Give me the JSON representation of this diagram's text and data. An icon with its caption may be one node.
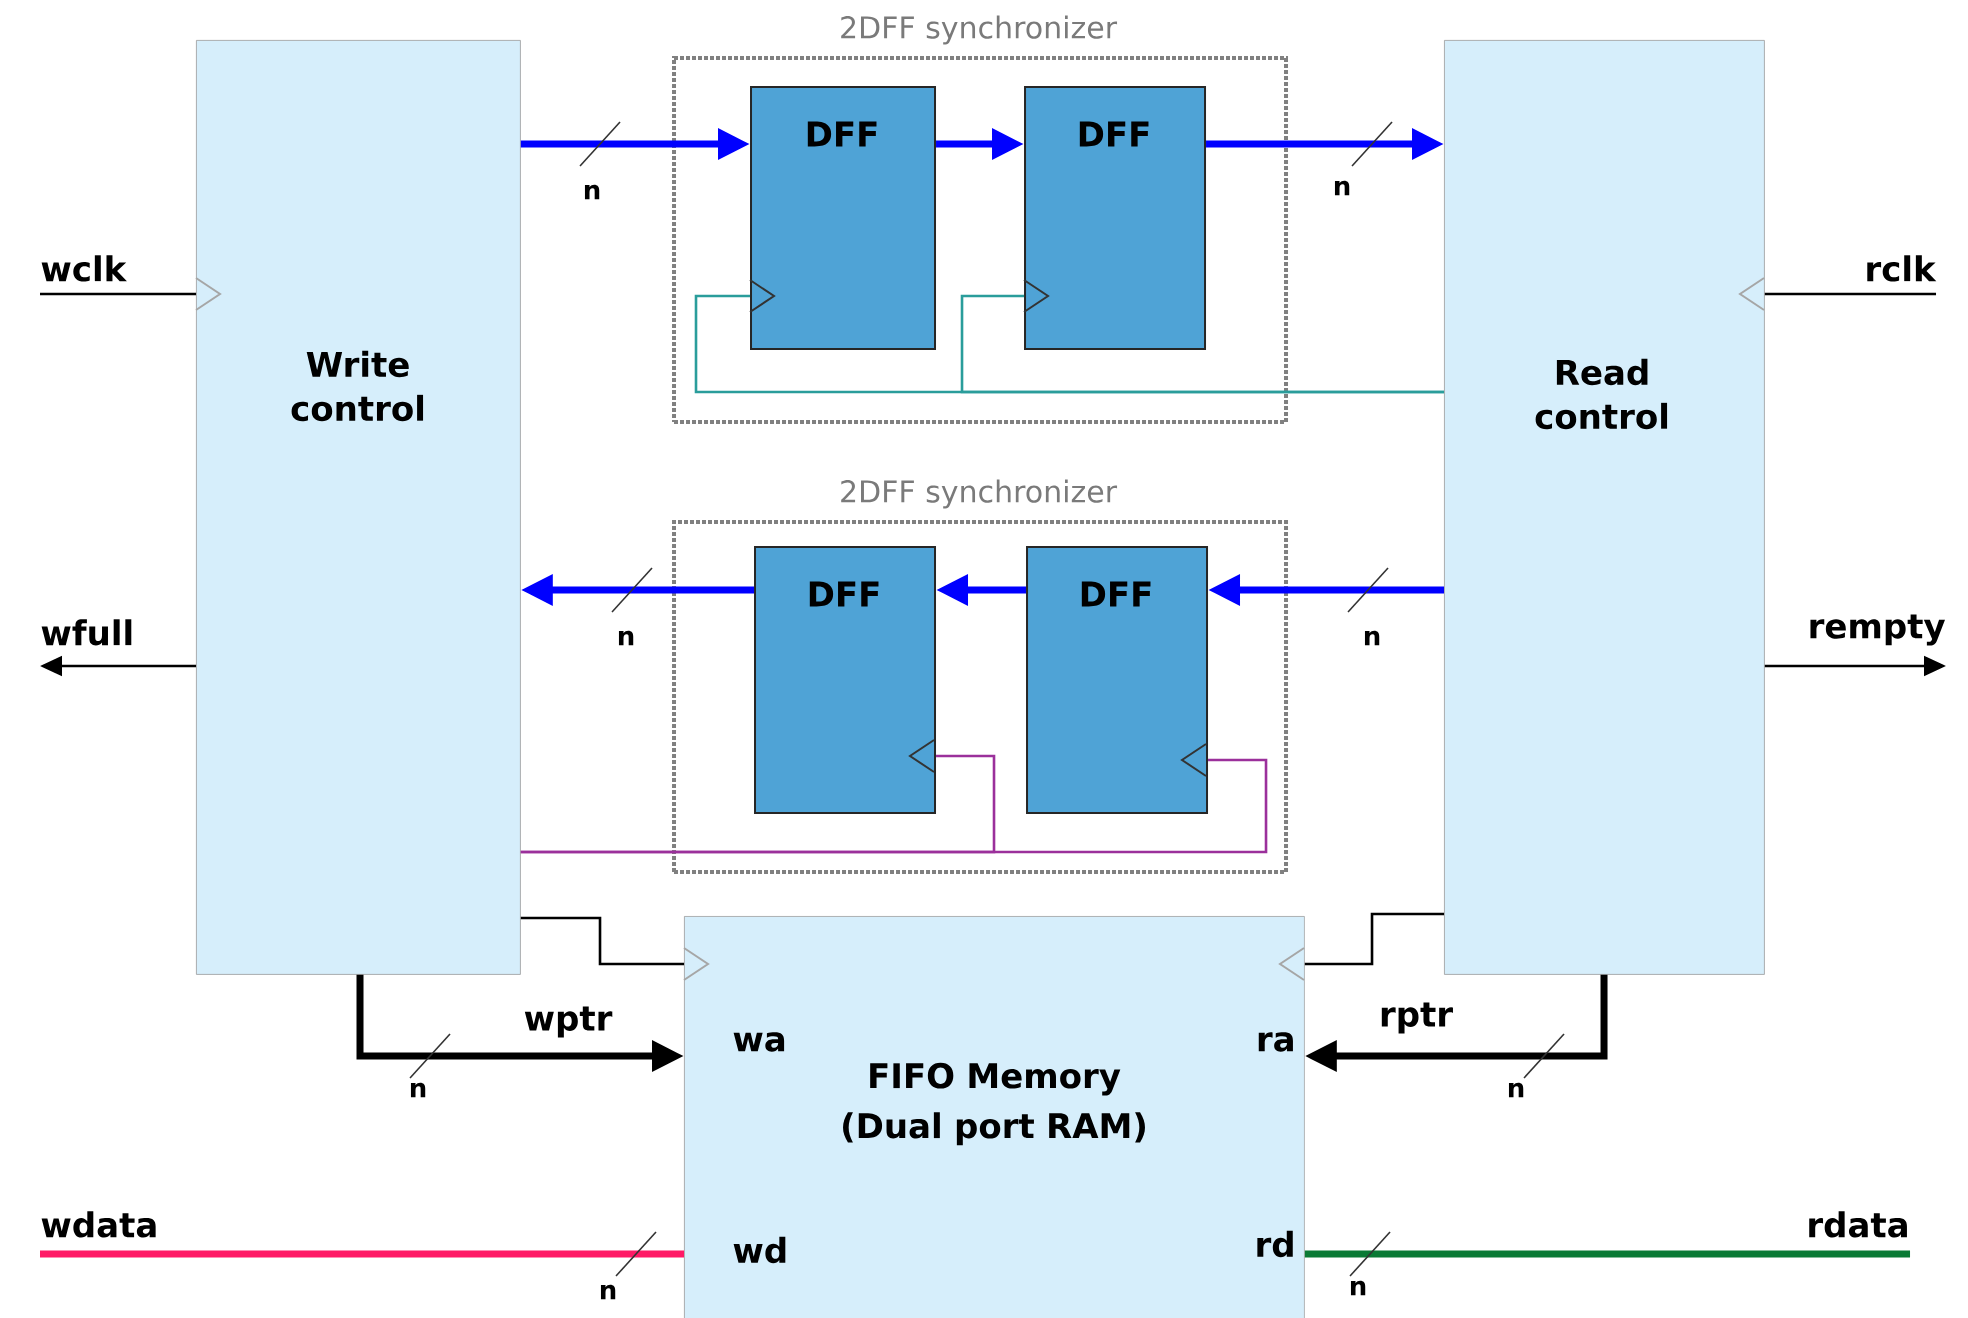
{
  "diagram": {
    "nodes": [
      {
        "text": [
          "Write control"
        ]
      },
      {
        "text": [
          "Read control"
        ]
      },
      {
        "text": [
          "2DFF synchronizer"
        ]
      },
      {
        "text": [
          "DFF"
        ],
        "in": 2
      },
      {
        "text": [
          "DFF"
        ],
        "in": 2
      },
      {
        "text": [
          "2DFF synchronizer"
        ]
      },
      {
        "text": [
          "DFF"
        ],
        "in": 5
      },
      {
        "text": [
          "DFF"
        ],
        "in": 5
      },
      {
        "text": [
          "FIFO Memory (Dual port RAM)",
          "wa",
          "ra",
          "wd",
          "rd"
        ]
      },
      {
        "text": [
          "wclk"
        ]
      },
      {
        "text": [
          "rclk"
        ]
      },
      {
        "text": [
          "wfull"
        ]
      },
      {
        "text": [
          "rempty"
        ]
      },
      {
        "text": [
          "wdata"
        ]
      },
      {
        "text": [
          "rdata"
        ]
      }
    ],
    "edges": [
      {
        "from": 0,
        "to": 3,
        "arrow": "to",
        "style": "thick",
        "color": "#0000ff"
      },
      {
        "from": 3,
        "to": 4,
        "arrow": "to",
        "style": "thick",
        "color": "#0000ff"
      },
      {
        "from": 4,
        "to": 1,
        "arrow": "to",
        "style": "thick",
        "color": "#0000ff"
      },
      {
        "from": 1,
        "to": 7,
        "arrow": "to",
        "style": "thick",
        "color": "#0000ff"
      },
      {
        "from": 7,
        "to": 6,
        "arrow": "to",
        "style": "thick",
        "color": "#0000ff"
      },
      {
        "from": 6,
        "to": 0,
        "arrow": "to",
        "style": "thick",
        "color": "#0000ff"
      },
      {
        "from": 0,
        "to": 8,
        "arrow": "to",
        "style": "thick",
        "label": "wptr"
      },
      {
        "from": 1,
        "to": 8,
        "arrow": "to",
        "style": "thick",
        "label": "rptr"
      },
      {
        "from": 13,
        "to": 8,
        "arrow": "none",
        "style": "thick",
        "color": "#ff1a66"
      },
      {
        "from": 8,
        "to": 14,
        "arrow": "none",
        "style": "thick",
        "color": "#0a7a35"
      },
      {
        "from": 9,
        "to": 0,
        "arrow": "to"
      },
      {
        "from": 10,
        "to": 1,
        "arrow": "to"
      },
      {
        "from": 0,
        "to": 11,
        "arrow": "to"
      },
      {
        "from": 1,
        "to": 12,
        "arrow": "to"
      },
      {
        "from": 1,
        "to": 3,
        "arrow": "to",
        "color": "#2a9d9b"
      },
      {
        "from": 1,
        "to": 4,
        "arrow": "to",
        "color": "#2a9d9b"
      },
      {
        "from": 0,
        "to": 6,
        "arrow": "to",
        "color": "#9b309b"
      },
      {
        "from": 0,
        "to": 7,
        "arrow": "to",
        "color": "#9b309b"
      },
      {
        "from": 0,
        "to": 8,
        "arrow": "to"
      },
      {
        "from": 1,
        "to": 8,
        "arrow": "to"
      }
    ],
    "labels": [
      "n",
      "n",
      "n",
      "n",
      "n",
      "n",
      "n",
      "n"
    ]
  }
}
